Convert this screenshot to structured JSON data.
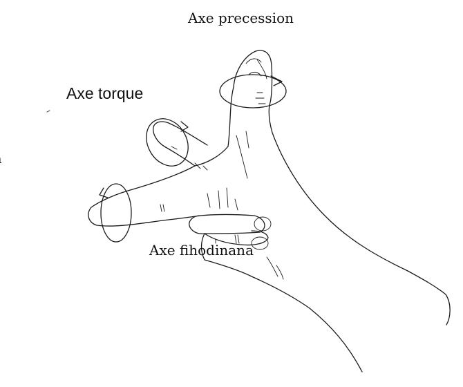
{
  "labels": {
    "precession": "Axe precession",
    "torque": "Axe torque",
    "fihodinana": "Axe fihodinana",
    "cut_left": "ana"
  },
  "colors": {
    "background": "#ffffff",
    "ink": "#1a1a1a"
  }
}
